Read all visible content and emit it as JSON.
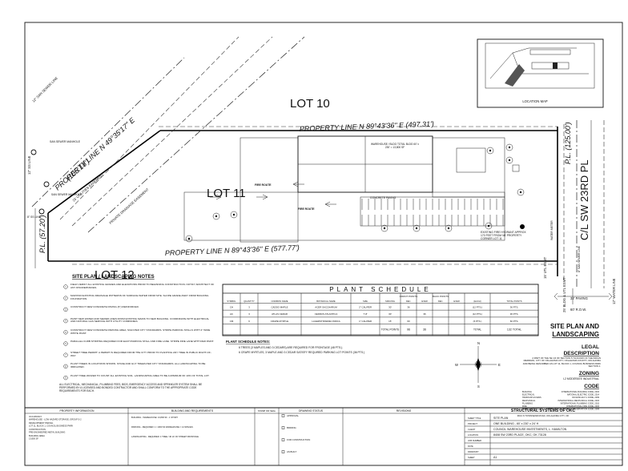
{
  "lots": {
    "lot10": "LOT 10",
    "lot11": "LOT 11",
    "lot12": "LOT 12"
  },
  "property_lines": {
    "north": "PROPERTY LINE N 89°43'36\" E (497.31')",
    "south": "PROPERTY LINE N 89°43'36\" E (577.77')",
    "west": "PROPERTY LINE N 49°35'17\" E",
    "west_len": "(105.18')",
    "pl_left": "P.L. (57.20')",
    "pl_right": "P.L. (125.00')"
  },
  "labels": {
    "san_sewer_line": "12\" SS LINE",
    "san_sewer_line2": "12\" SAN SEWER LINE",
    "san_sewer_mh1": "SAN SEWER MANHOLE",
    "san_sewer_mh2": "SAN SEWER MANHOLE",
    "utility_easement": "15' UTILITIES EASEMENT",
    "ss_line_bl": "8\" SS LINE",
    "private_drainage": "PRIVATE DRAINAGE EASEMENT",
    "utl_esmt_left": "15' UTL ESMT",
    "road": "C/L SW 23RD PL",
    "water_line": "12\" WATER LINE",
    "paving": "32' PAVING",
    "row": "60' R.O.W.",
    "bldg_esmt": "25' BLDG & UTL ESMT",
    "water_meter": "WATER METER",
    "san_sewer_right": "8\" SAN SEWER LINE",
    "hydrant": "EXISTING FIRE HYDRANT APPROX 170 FEET FROM NE PROPERTY CORNER LOT 11",
    "fire_route1": "FIRE ROUTE",
    "fire_route2": "FIRE ROUTE",
    "building": "WAREHOUSE / BLDG TOTAL BLDG 60' x 230' = 13,800 SF",
    "concrete_paving": "CONCRETE PAVING",
    "location_map": "LOCATION MAP"
  },
  "notes": {
    "title": "SITE PLAN / LANDSCAPING NOTES",
    "items": [
      "FIELD VERIFY ALL EXISTING GRADES AND ELEVATIONS PRIOR TO BEGINNING CONSTRUCTION. NOTIFY ARCHITECT OF ANY DISCREPANCIES.",
      "MAINTAIN EXISTING DRAINAGE PATTERNS OF SURFACE WATER FROM SITE. SLOPE GRADE AWAY FROM BUILDING FOUNDATION.",
      "CONSTRUCT NEW CONCRETE PAVING (6\") REINFORCED.",
      "PAINT NEW WATER AND SEWER LINES FROM EXISTING MAINS TO NEW BUILDING. COORDINATE WITH ELECTRICAL AND NATURAL GAS SERVICE WITH UTILITY COMPANIES.",
      "CONSTRUCT NEW CONCRETE PARKING AREA, SIGN PER CITY STANDARDS. STRIPE PARKING STALLS WITH 4\" WIDE WHITE PAINT.",
      "PARALLEL CURB STRIPING REQUIRED FOR EACH PARKING STALL AND FIRE LANE. STRIPE FIRE LANE WITH RED PAINT.",
      "STREET TREE PERMIT: A PERMIT IS REQUIRED FROM THE CITY PRIOR TO PLANTING ANY TREE IN PUBLIC RIGHT-OF-WAY.",
      "PLANT TREES IN LOCATIONS SHOWN. STAKE AND GUY TREES PER CITY STANDARDS. ALL LANDSCAPING TO BE IRRIGATED.",
      "PLANT TREE WAIVER TO COUNT ALL EXISTING SOIL. LANDSCAPING AREA TO BE A MINIMUM OF 10% OF TOTAL LOT."
    ],
    "footer": "ALL ELECTRICAL, MECHANICAL, PLUMBING FEES, BIDS, EMERGENCY ACCESS AND SPRINKLER SYSTEM SHALL BE PERFORMED BY A LICENSED AND BONDED CONTRACTOR AND SHALL CONFORM TO THE APPROPRIATE CODE REQUIREMENTS FOR EACH."
  },
  "plant_schedule": {
    "title": "PLANT SCHEDULE",
    "group_headers": [
      "FRONT POINTS",
      "BACK POINTS"
    ],
    "headers": [
      "SYMBOL",
      "QUANTITY",
      "COMMON NAME",
      "BOTANICAL NAME",
      "SIZE",
      "SPACING",
      "DEC.",
      "EVER",
      "DEC.",
      "EVER",
      "(EACH)",
      "TOTAL POINTS"
    ],
    "rows": [
      [
        "CH",
        "3",
        "CADDO MAPLE",
        "ACER SACCHARUM",
        "2\" CALIPER",
        "30'",
        "36",
        "",
        "",
        "",
        "(12 PTS.)",
        "36 PTS."
      ],
      [
        "AC",
        "3",
        "ATLAS CEDAR",
        "CEDRUS ATLANTICA",
        "7'-8'",
        "30'",
        "",
        "36",
        "",
        "",
        "(12 PTS.)",
        "36 PTS."
      ],
      [
        "CM",
        "6",
        "CRAPE MYRTLE",
        "LAGERSTROEMIA INDICA",
        "1\" CALIPER",
        "15'",
        "60",
        "",
        "",
        "",
        "(6 PTS.)",
        "60 PTS."
      ]
    ],
    "total_label": "TOTAL POINTS",
    "total_front_dec": "96",
    "total_front_ever": "36",
    "total_label2": "TOTAL",
    "total_points": "132 TOTAL",
    "notes_title": "PLANT SCHEDULE NOTES:",
    "notes": [
      "6 TREES (3 MAPLES AND 3 CEDARS) ARE REQUIRED FOR FRONTAGE (48 PTS.).",
      "6 CRAPE MYRTLES, 3 MAPLE AND 3 CEDAR SATISFY REQUIRED PARKING LOT POINTS (36 PTS.)"
    ]
  },
  "title_block_right": {
    "heading": "SITE PLAN AND LANDSCAPING",
    "legal": "LEGAL DESCRIPTION",
    "legal_text": "A PART OF THE SE 1/4 OF SECTION 5 T11N R4W OF THE INDIAN MERIDIAN, CITY OF OKLAHOMA CITY, OKLAHOMA COUNTY, OKLAHOMA AND BEING DESCRIBED AS LOT 11, BLOCK 1, COUNCIL BUSINESS PARK SECTION 1.",
    "zoning": "ZONING",
    "zoning_text": "I-2 MODERATE INDUSTRIAL",
    "code": "CODE",
    "code_rows": [
      [
        "BUILDING",
        "INTERNATIONAL BUILDING CODE, 2015"
      ],
      [
        "ELECTRICAL",
        "NATIONAL ELECTRIC CODE, 2014"
      ],
      [
        "HANDICAP ACCESS",
        "ICC/ANSI A117.1 CODE, 2009"
      ],
      [
        "MECHANICAL",
        "INTERNATIONAL MECHANICAL CODE, 2015"
      ],
      [
        "PLUMBING",
        "INTERNATIONAL PLUMBING CODE, 2015"
      ],
      [
        "FIRE",
        "INTERNATIONAL FIRE CODE, 2015"
      ],
      [
        "ENERGY EFFICIENCY",
        "INTERNATIONAL ENERGY CONSERVATION CODE, 2009"
      ]
    ]
  },
  "bottom": {
    "property_info": "PROPERTY INFORMATION",
    "property_rows": [
      [
        "OCCUPANCY",
        "WAREHOUSE - LOW HAZARD STORAGE, GROUP S-2"
      ],
      [
        "DEVELOPMENT PARCEL",
        "LOT 11, BLOCK 1, COUNCIL BUSINESS PARK"
      ],
      [
        "CONSTRUCTION",
        "PRE-ENGINEERED METAL BUILDING"
      ],
      [
        "BUILDING AREA",
        "13,800 SF"
      ]
    ],
    "building_req": "BUILDING AND REQUIREMENTS",
    "building_rows": [
      "BUILDING - WAREHOUSE: 13,800 SF - 1 STORY",
      "PARKING - REQUIRED: 1 / 1000 SF WAREHOUSE = 14 SPACES",
      "LANDSCAPING - REQUIRED: 1 TREE / 40 LF OF STREET FRONTAGE"
    ],
    "stamp": "STAMP OR SEAL",
    "drawing_status": "DRAWING STATUS",
    "status_items": [
      "APPROVAL",
      "BIDDING",
      "FOR CONSTRUCTION",
      "AS BUILT"
    ],
    "revisions": "REVISIONS",
    "firm": "STRUCTURAL SYSTEMS OF OKC",
    "firm_addr": "9613 N TOWNSEND ROAD, OKLAHOMA CITY, OK",
    "sheet_title_label": "SHEET TITLE",
    "sheet_title": "SITE PLAN",
    "project_label": "PROJECT",
    "project": "ONE BUILDING - 60' x 230' x 24' H",
    "client_label": "CLIENT",
    "client": "COUNCIL WAREHOUSE INVESTMENTS, L. HAMILTON",
    "location_label": "LOCATION",
    "location": "8408 SW 23RD PLACE, OKC, OK 73128",
    "job_label": "JOB NUMBER",
    "date_label": "DATE",
    "drawn_label": "DRAWN BY",
    "sheet_label": "SHEET",
    "sheet_no": "A1"
  }
}
